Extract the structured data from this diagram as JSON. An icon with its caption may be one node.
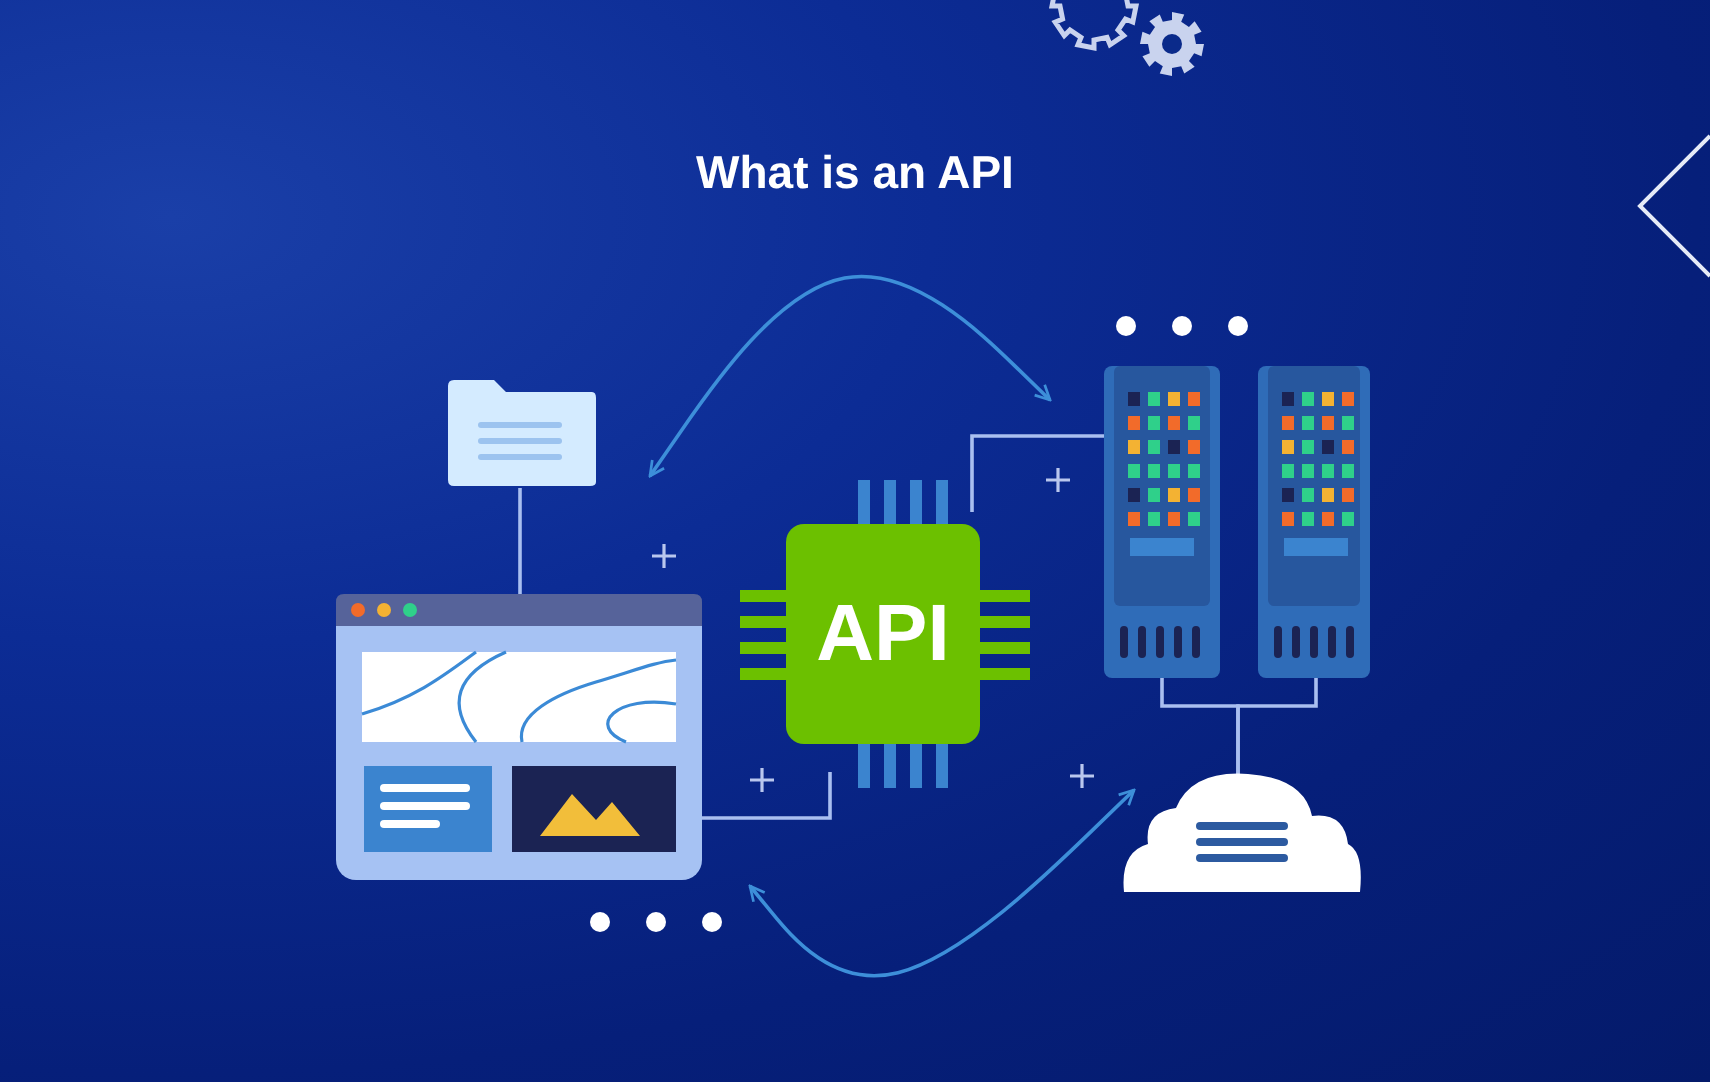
{
  "diagram": {
    "title": "What is an API",
    "nodes": [
      {
        "text": [],
        "shape": "picture"
      },
      {
        "text": [],
        "shape": "picture"
      },
      {
        "text": [
          "API"
        ]
      },
      {
        "text": [],
        "shape": "picture"
      },
      {
        "text": [],
        "shape": "picture"
      },
      {
        "text": [],
        "shape": "cloud"
      }
    ],
    "edges": [
      {
        "from": 0,
        "to": 1,
        "arrow": "none"
      },
      {
        "from": 1,
        "to": 2,
        "arrow": "none"
      },
      {
        "from": 2,
        "to": 3,
        "arrow": "none"
      },
      {
        "from": 3,
        "to": 5,
        "arrow": "none"
      },
      {
        "from": 4,
        "to": 5,
        "arrow": "none"
      },
      {
        "from": 0,
        "to": 3,
        "arrow": "both",
        "color": "#3d8fd9"
      },
      {
        "from": 1,
        "to": 5,
        "arrow": "both",
        "color": "#3d8fd9"
      }
    ]
  }
}
